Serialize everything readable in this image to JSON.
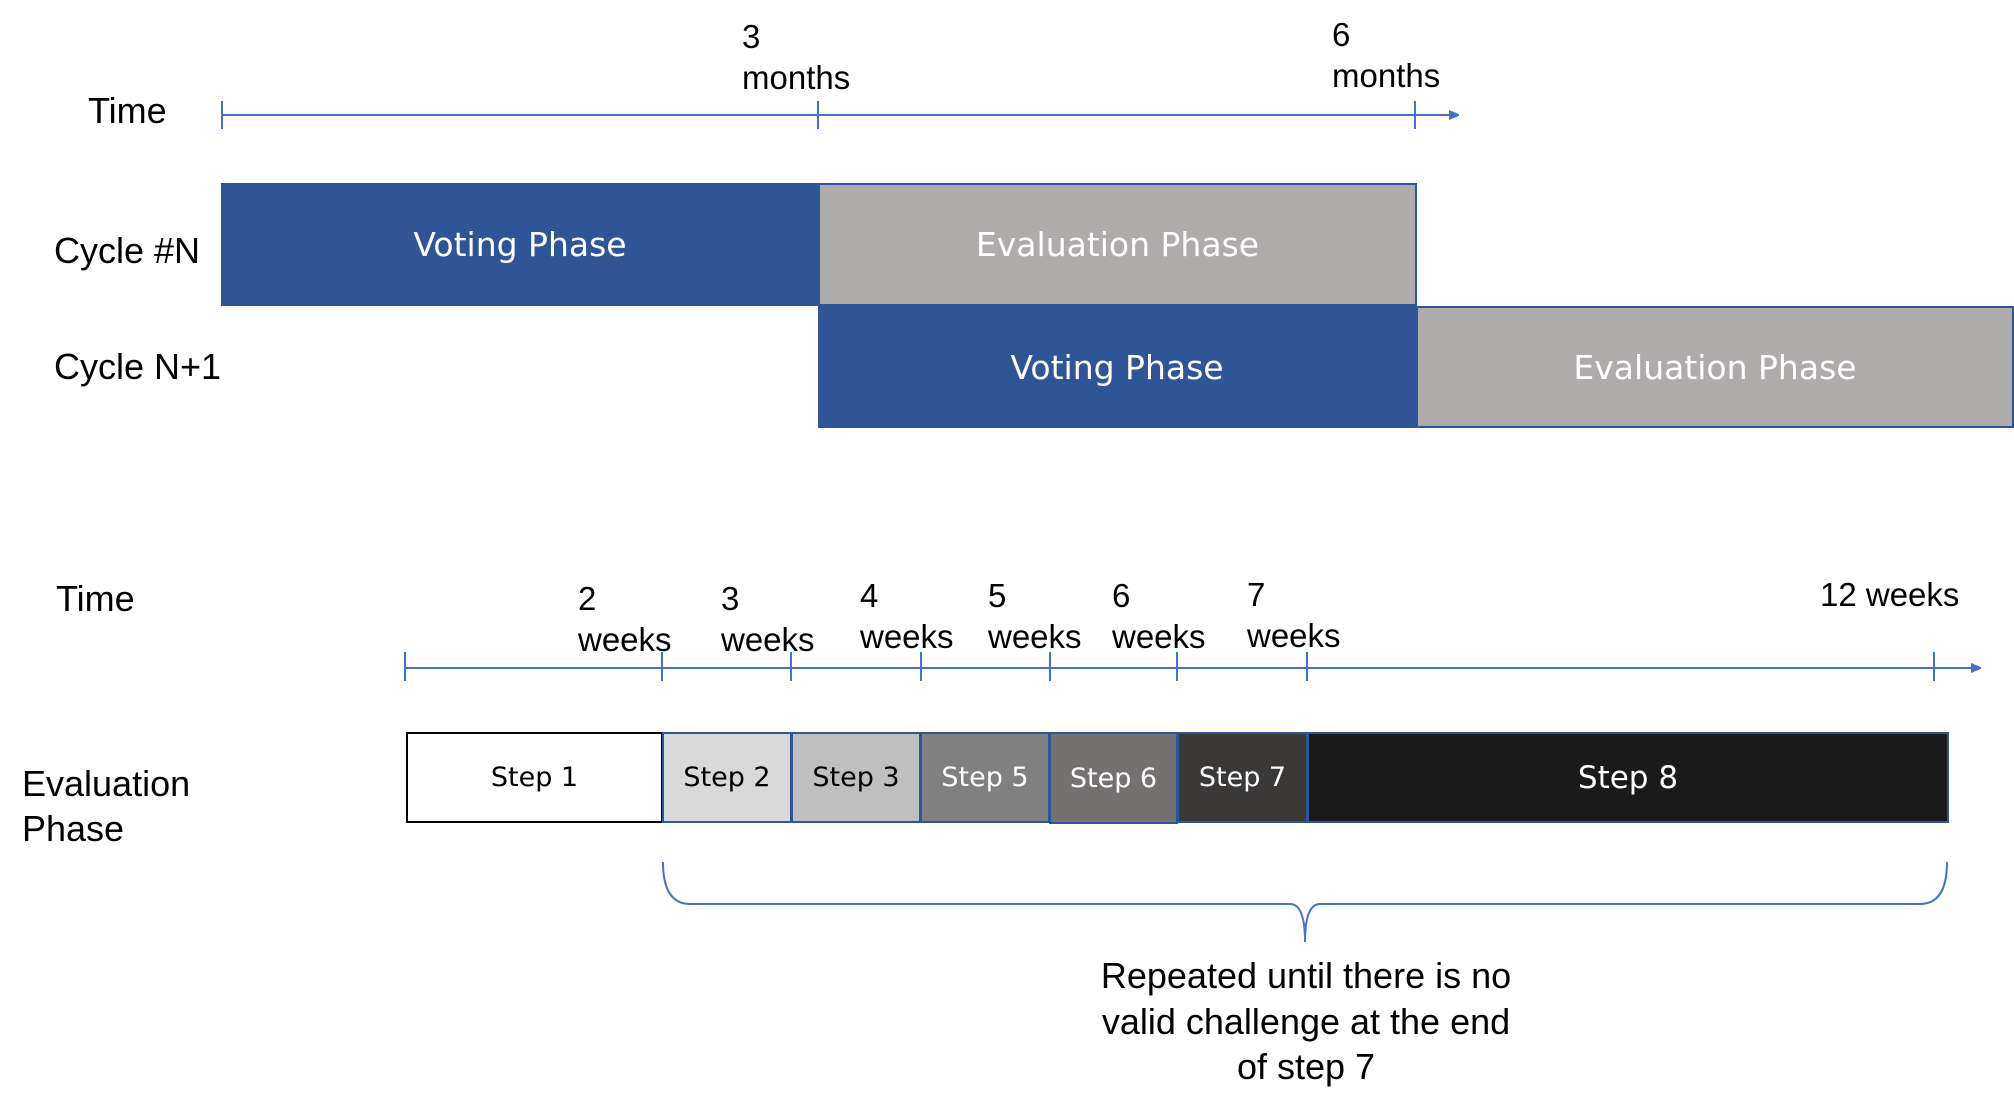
{
  "top": {
    "time_label": "Time",
    "ticks": [
      "3\nmonths",
      "6\nmonths"
    ],
    "rows": [
      {
        "label": "Cycle #N",
        "bars": [
          {
            "text": "Voting Phase",
            "kind": "voting"
          },
          {
            "text": "Evaluation Phase",
            "kind": "evaluation"
          }
        ]
      },
      {
        "label": "Cycle N+1",
        "bars": [
          {
            "text": "Voting Phase",
            "kind": "voting"
          },
          {
            "text": "Evaluation Phase",
            "kind": "evaluation"
          }
        ]
      }
    ]
  },
  "bottom": {
    "time_label": "Time",
    "ticks": [
      "2\nweeks",
      "3\nweeks",
      "4\nweeks",
      "5\nweeks",
      "6\nweeks",
      "7\nweeks",
      "12 weeks"
    ],
    "row_label": "Evaluation\nPhase",
    "steps": [
      "Step 1",
      "Step 2",
      "Step 3",
      "Step 5",
      "Step 6",
      "Step 7",
      "Step 8"
    ],
    "note": "Repeated until there is no valid challenge at the end of step 7"
  },
  "colors": {
    "voting": "#2f5597",
    "evaluation": "#afabab",
    "axis": "#4472c4",
    "steps": [
      "#ffffff",
      "#d9d9d9",
      "#bfbfbf",
      "#808080",
      "#757171",
      "#3b3838",
      "#1a1a1a"
    ]
  }
}
